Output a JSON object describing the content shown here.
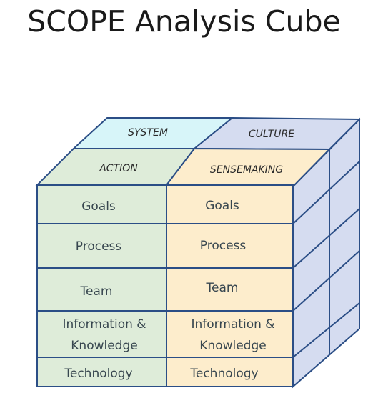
{
  "title": "SCOPE Analysis Cube",
  "top_faces": {
    "back_left": "SYSTEM",
    "back_right": "CULTURE",
    "front_left": "ACTION",
    "front_right": "SENSEMAKING"
  },
  "front_face": {
    "left_column": [
      "Goals",
      "Process",
      "Team",
      "Information &\nKnowledge",
      "Technology"
    ],
    "right_column": [
      "Goals",
      "Process",
      "Team",
      "Information &\nKnowledge",
      "Technology"
    ]
  },
  "colors": {
    "green_fill": "#deecd9",
    "yellow_fill": "#fdedcc",
    "cyan_fill": "#d7f5f9",
    "lavender_fill": "#d5dcf0",
    "outline": "#2b4e86"
  }
}
